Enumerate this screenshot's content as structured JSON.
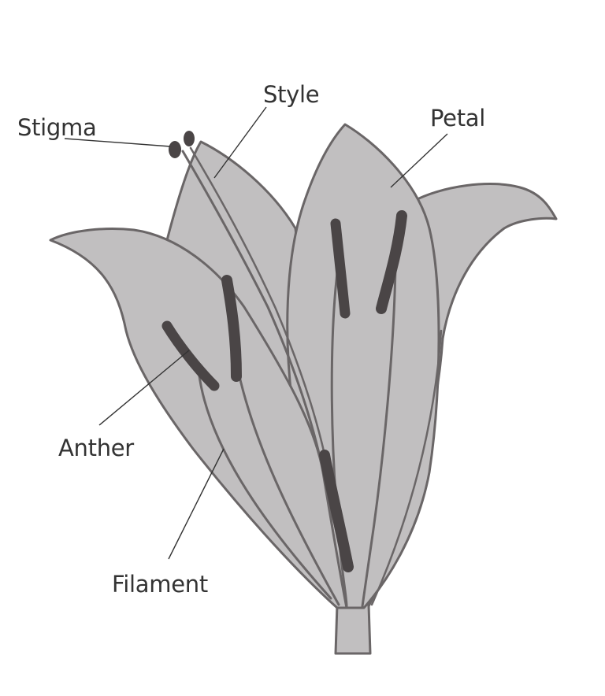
{
  "labels": {
    "stigma": "Stigma",
    "style": "Style",
    "petal": "Petal",
    "anther": "Anther",
    "filament": "Filament"
  },
  "colors": {
    "petal_fill": "#c1bfc0",
    "outline": "#6a6667",
    "anther": "#4a4546",
    "leader_line": "#333333",
    "label_text": "#333333",
    "background": "#ffffff"
  }
}
